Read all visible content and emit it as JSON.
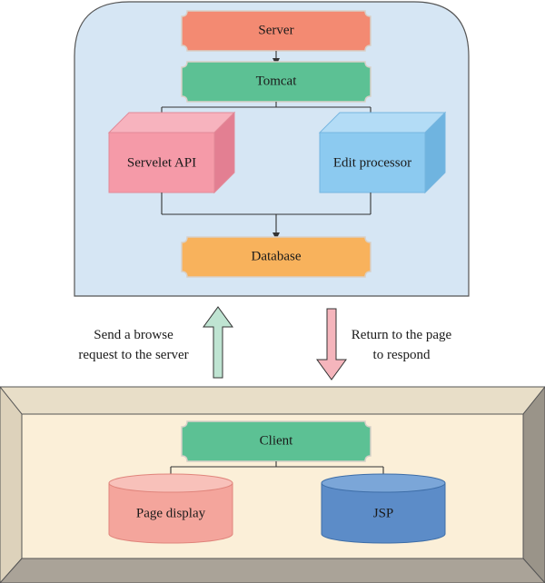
{
  "server_panel": {
    "server": "Server",
    "tomcat": "Tomcat",
    "servelet_api": "Servelet API",
    "edit_processor": "Edit processor",
    "database": "Database"
  },
  "arrows": {
    "send_request_line1": "Send a browse",
    "send_request_line2": "request to the server",
    "return_page_line1": "Return to the page",
    "return_page_line2": "to respond"
  },
  "client_panel": {
    "client": "Client",
    "page_display": "Page display",
    "jsp": "JSP"
  },
  "colors": {
    "server_panel_bg": "#d6e6f4",
    "server_node": "#f38a72",
    "tomcat_node": "#5cc194",
    "servelet_api": "#f59aa8",
    "edit_processor": "#8ccaf0",
    "database_node": "#f8b25c",
    "client_frame": "#fbefd8",
    "client_node": "#5cc194",
    "page_display": "#f4a59c",
    "jsp": "#5c8cc8",
    "up_arrow": "#bfe4d2",
    "down_arrow": "#f5b5bc"
  }
}
